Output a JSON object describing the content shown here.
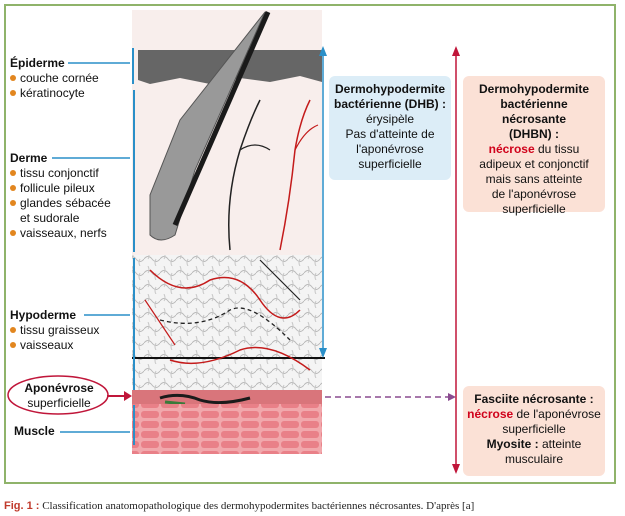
{
  "labels": {
    "epiderme": {
      "title": "Épiderme",
      "items": [
        "couche cornée",
        "kératinocyte"
      ]
    },
    "derme": {
      "title": "Derme",
      "items": [
        "tissu conjonctif",
        "follicule pileux",
        "glandes sébacée",
        "et sudorale",
        "vaisseaux, nerfs"
      ]
    },
    "hypoderme": {
      "title": "Hypoderme",
      "items": [
        "tissu graisseux",
        "vaisseaux"
      ]
    },
    "aponevrose": {
      "line1": "Aponévrose",
      "line2": "superficielle"
    },
    "muscle": {
      "title": "Muscle"
    }
  },
  "boxes": {
    "dhb": {
      "title1": "Dermohypodermite",
      "title2": "bactérienne (DHB) :",
      "lines": [
        "érysipèle",
        "Pas d'atteinte de",
        "l'aponévrose",
        "superficielle"
      ]
    },
    "dhbn": {
      "title1": "Dermohypodermite",
      "title2": "bactérienne nécrosante",
      "title3": "(DHBN) :",
      "red": "nécrose",
      "line1_rest": " du tissu",
      "lines": [
        "adipeux et conjonctif",
        "mais sans atteinte",
        "de l'aponévrose",
        "superficielle"
      ]
    },
    "fasciite": {
      "title": "Fasciite nécrosante :",
      "red": "nécrose",
      "line_rest": " de l'aponévrose",
      "line2": "superficielle",
      "myo_title": "Myosite :",
      "myo_rest": " atteinte",
      "line4": "musculaire"
    }
  },
  "caption": {
    "fig": "Fig. 1 :",
    "text": " Classification anatomopathologique des dermohypodermites bactériennes nécrosantes. D'après [a]"
  },
  "colors": {
    "frame": "#8fb36a",
    "dhb_bg": "#dcedf7",
    "dhbn_bg": "#fbe1d6",
    "fasciite_bg": "#fbe1d6",
    "arrow_red": "#c0163a",
    "bracket_blue": "#2a8fc8",
    "bullet": "#e2861f"
  }
}
